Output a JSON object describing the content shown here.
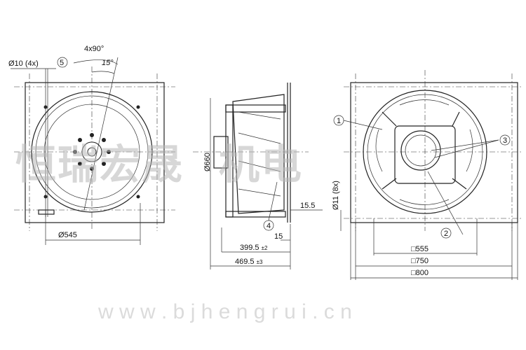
{
  "watermark": {
    "chinese": "恒瑞宏晟机电",
    "url": "w w w . b j h e n g r u i . c n"
  },
  "front_view": {
    "hole_label": "Ø10 (4x)",
    "callout_5": "5",
    "angle_pitch": "4x90°",
    "angle_offset": "15°",
    "diameter": "Ø545"
  },
  "side_view": {
    "diameter": "Ø660",
    "dim_15_5": "15.5",
    "dim_15": "15",
    "dim_399": "399.5",
    "tol_399": "±2",
    "dim_469": "469.5",
    "tol_469": "±3",
    "callout_4": "4"
  },
  "rear_view": {
    "callout_1": "1",
    "callout_2": "2",
    "callout_3": "3",
    "hole_label": "Ø11 (8x)",
    "sq_555": "□555",
    "sq_750": "□750",
    "sq_800": "□800"
  }
}
